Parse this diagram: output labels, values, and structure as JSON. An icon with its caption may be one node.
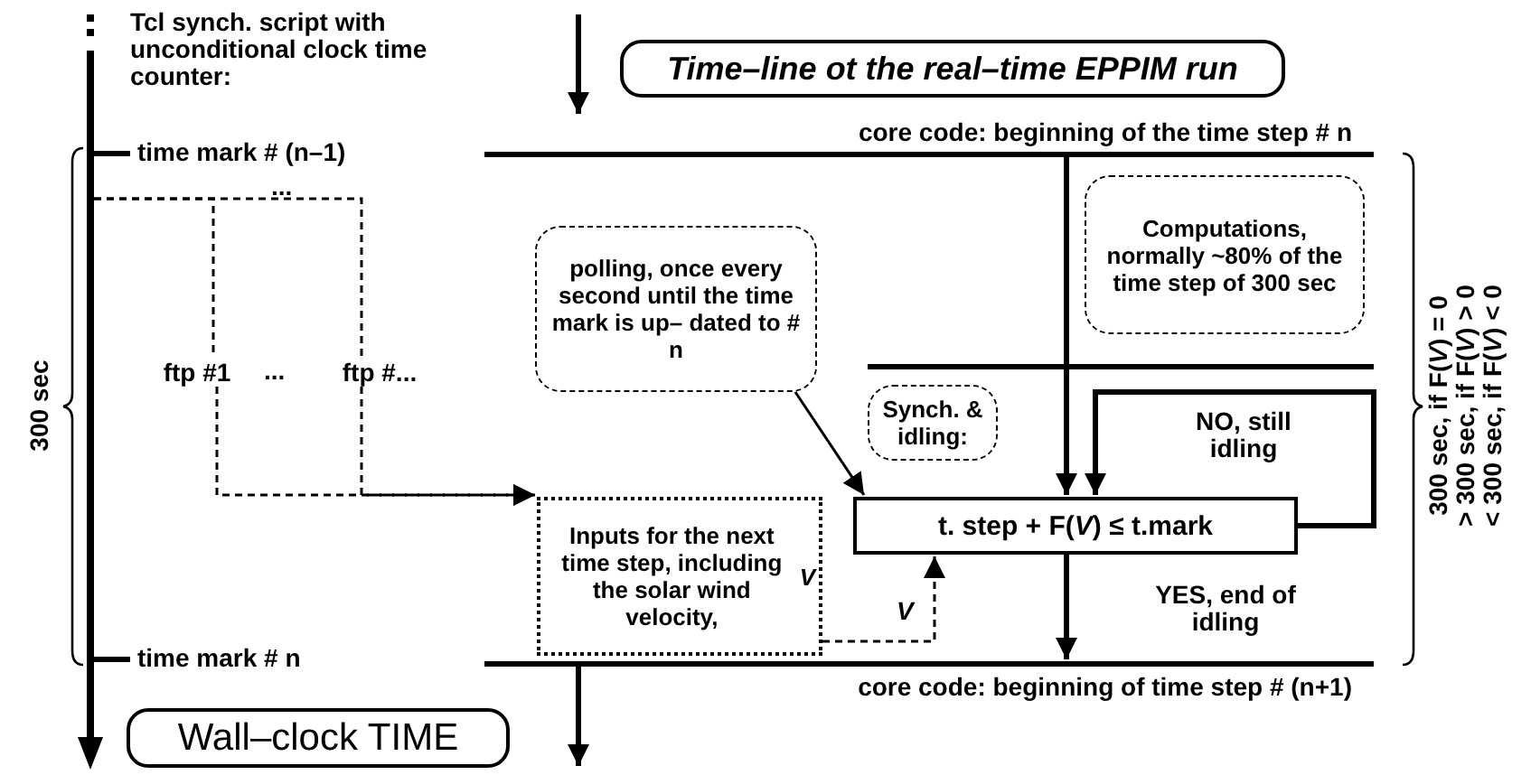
{
  "diagram": {
    "nodes": [
      {
        "text": [
          "Time–line ot the real–time EPPIM run"
        ]
      },
      {
        "text": [
          "core code: beginning of the time step # n"
        ]
      },
      {
        "text": [
          "Computations, normally ~80% of the time step of 300 sec"
        ]
      },
      {
        "text": [
          "polling, once every second until the time mark is up– dated to # n"
        ]
      },
      {
        "text": [
          "ftp #1"
        ]
      },
      {
        "text": [
          "ftp #..."
        ]
      },
      {
        "text": [
          "Synch. & idling:"
        ]
      },
      {
        "text": [
          "Inputs for the next time step, including the solar wind velocity, *V*"
        ]
      },
      {
        "text": [
          "t. step + F(*V*) ≤ t.mark"
        ]
      },
      {
        "text": [
          "core code: beginning of time step # (n+1)"
        ]
      },
      {
        "text": [
          "Wall–clock TIME"
        ]
      }
    ],
    "edges": [
      {
        "from": null,
        "to": 1,
        "arrow": "to",
        "style": "thick"
      },
      {
        "from": 1,
        "to": 8,
        "arrow": "to",
        "style": "thick"
      },
      {
        "from": 3,
        "to": 8,
        "arrow": "to"
      },
      {
        "from": 8,
        "to": 8,
        "arrow": "to",
        "label": "NO, still idling",
        "style": "thick"
      },
      {
        "from": 8,
        "to": 9,
        "arrow": "to",
        "label": "YES, end of idling",
        "style": "thick"
      },
      {
        "from": null,
        "to": 4,
        "arrow": "none",
        "style": "dashed"
      },
      {
        "from": null,
        "to": 5,
        "arrow": "none",
        "style": "dashed"
      },
      {
        "from": 4,
        "to": 7,
        "arrow": "to",
        "style": "dashed"
      },
      {
        "from": 5,
        "to": 7,
        "arrow": "to",
        "style": "dashed"
      },
      {
        "from": 7,
        "to": 8,
        "arrow": "to",
        "style": "dashed",
        "label": "V"
      },
      {
        "from": 9,
        "to": null,
        "arrow": "to",
        "style": "thick"
      }
    ],
    "labels": [
      "Tcl synch. script with unconditional clock time counter:",
      "time mark # (n–1)",
      "...",
      "...",
      "300 sec",
      "time mark # n",
      "300 sec, if F(*V*) = 0",
      "> 300 sec, if F(*V*) > 0",
      "< 300 sec, if F(*V*) < 0"
    ]
  }
}
